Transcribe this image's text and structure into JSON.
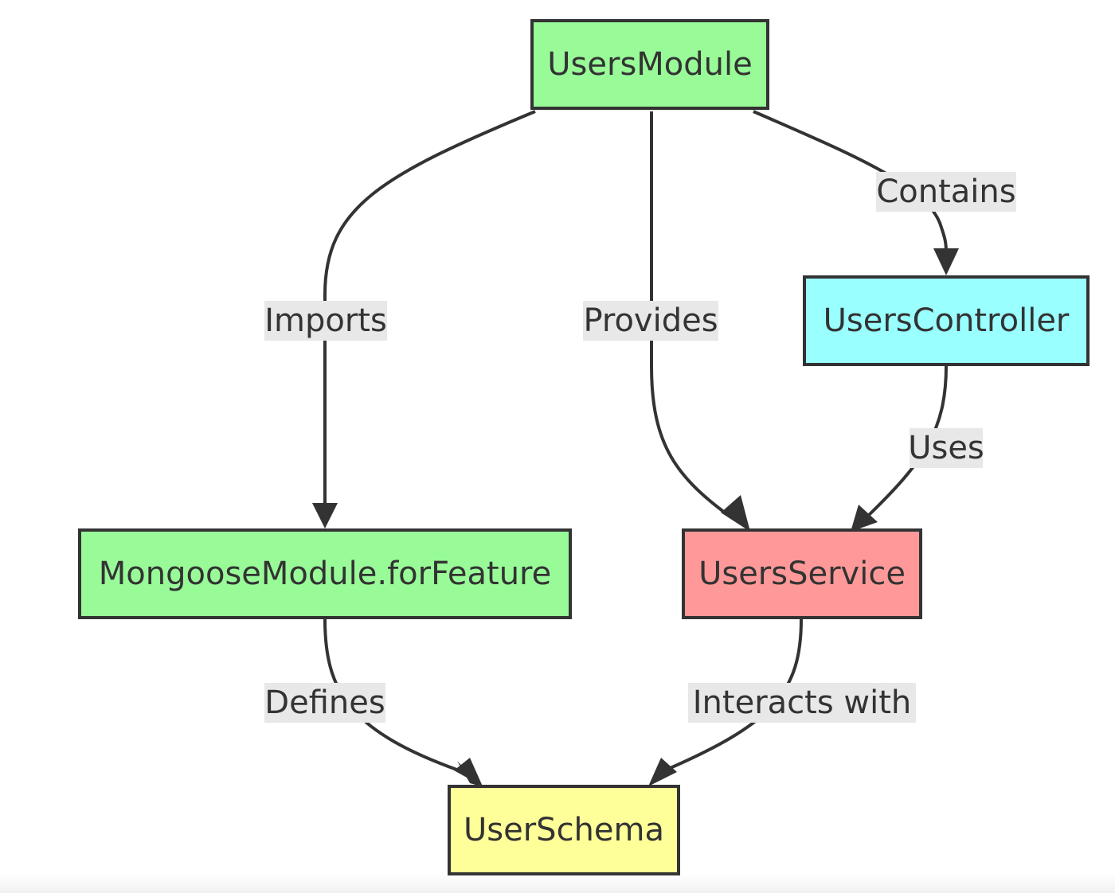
{
  "nodes": {
    "users_module": {
      "label": "UsersModule",
      "fill": "#98fb98"
    },
    "users_controller": {
      "label": "UsersController",
      "fill": "#99ffff"
    },
    "mongoose_module": {
      "label": "MongooseModule.forFeature",
      "fill": "#98fb98"
    },
    "users_service": {
      "label": "UsersService",
      "fill": "#ff9999"
    },
    "user_schema": {
      "label": "UserSchema",
      "fill": "#ffff99"
    }
  },
  "edges": {
    "imports": {
      "label": "Imports",
      "from": "UsersModule",
      "to": "MongooseModule.forFeature"
    },
    "provides": {
      "label": "Provides",
      "from": "UsersModule",
      "to": "UsersService"
    },
    "contains": {
      "label": "Contains",
      "from": "UsersModule",
      "to": "UsersController"
    },
    "uses": {
      "label": "Uses",
      "from": "UsersController",
      "to": "UsersService"
    },
    "defines": {
      "label": "Defines",
      "from": "MongooseModule.forFeature",
      "to": "UserSchema"
    },
    "interacts": {
      "label": "Interacts with",
      "from": "UsersService",
      "to": "UserSchema"
    }
  },
  "colors": {
    "stroke": "#333333",
    "label_background": "#e8e8e8"
  }
}
